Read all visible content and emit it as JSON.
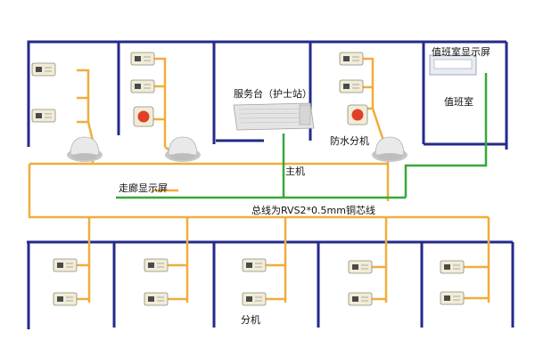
{
  "labels": {
    "duty_room_display": "值班室显示屏",
    "duty_room": "值班室",
    "service_desk": "服务台（护士站）",
    "waterproof_extension": "防水分机",
    "host": "主机",
    "corridor_display": "走廊显示屏",
    "bus_line": "总线为RVS2*0.5mm铜芯线",
    "extension": "分机"
  },
  "colors": {
    "wall": "#232a8c",
    "bus_wire": "#f0ad3c",
    "host_wire": "#37a83a",
    "device_body": "#f1ecd8",
    "call_button": "#e04025"
  },
  "icons": [
    "bed-extension-unit",
    "call-button-icon",
    "corridor-display-dome",
    "host-keyboard-icon",
    "duty-display-icon"
  ]
}
